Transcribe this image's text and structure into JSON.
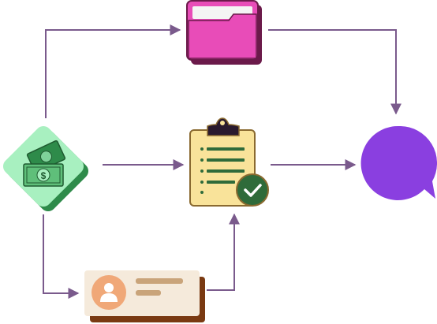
{
  "nodes": [
    {
      "id": "money",
      "icon": "money-diamond-icon"
    },
    {
      "id": "folder",
      "icon": "pink-folder-icon"
    },
    {
      "id": "checklist",
      "icon": "clipboard-checklist-icon"
    },
    {
      "id": "profile-card",
      "icon": "user-profile-card-icon"
    },
    {
      "id": "chat",
      "icon": "chat-bubble-icon"
    }
  ],
  "edges": [
    {
      "from": "money",
      "to": "folder"
    },
    {
      "from": "folder",
      "to": "chat"
    },
    {
      "from": "money",
      "to": "checklist"
    },
    {
      "from": "checklist",
      "to": "chat"
    },
    {
      "from": "money",
      "to": "profile-card"
    },
    {
      "from": "profile-card",
      "to": "checklist"
    }
  ],
  "colors": {
    "connector": "#7a5a8c",
    "money_green": "#2e8b4a",
    "money_light": "#a8f0c0",
    "folder_pink": "#e84cb8",
    "folder_dark": "#6b1a4a",
    "clipboard_yellow": "#f9e39a",
    "clipboard_green": "#2f6b3a",
    "card_bg": "#f5eadb",
    "card_shadow": "#7a3a12",
    "avatar_orange": "#f0a878",
    "chat_purple": "#8a3fe0"
  }
}
